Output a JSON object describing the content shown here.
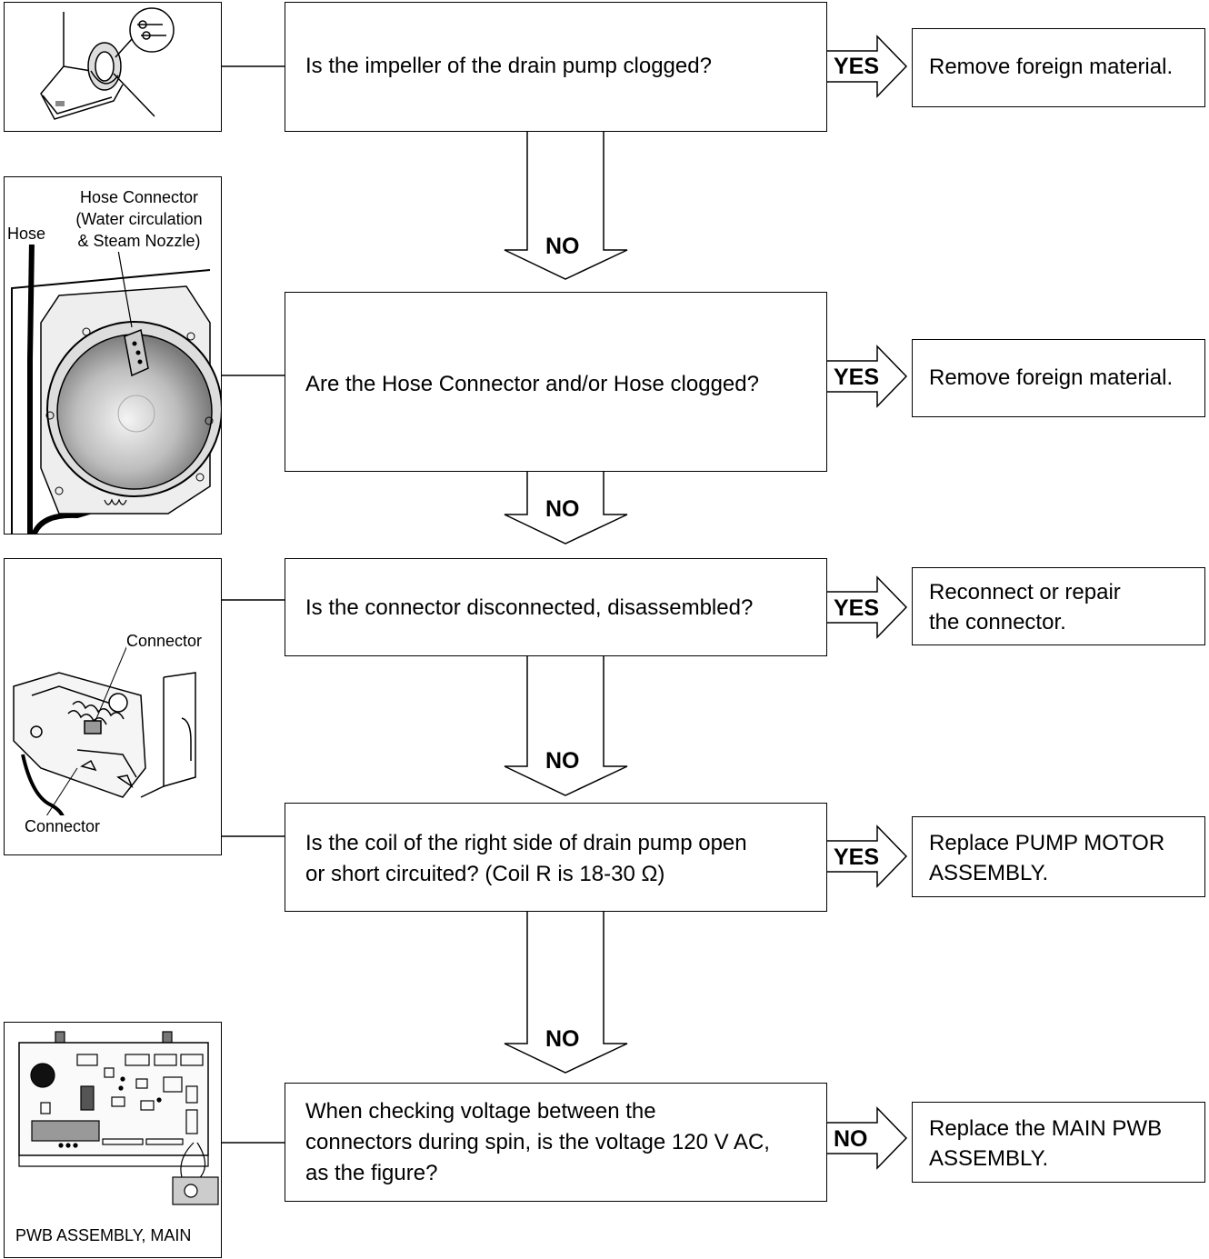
{
  "steps": [
    {
      "question": "Is the impeller of the drain pump clogged?",
      "branch_label": "YES",
      "action": "Remove foreign material.",
      "next_label": "NO"
    },
    {
      "question": "Are the Hose Connector and/or Hose clogged?",
      "branch_label": "YES",
      "action": "Remove foreign material.",
      "next_label": "NO",
      "figure_labels": {
        "hose": "Hose",
        "hose_connector": "Hose Connector\n(Water circulation\n& Steam Nozzle)"
      }
    },
    {
      "question": "Is the connector disconnected, disassembled?",
      "branch_label": "YES",
      "action": "Reconnect or repair\nthe connector.",
      "next_label": "NO",
      "figure_labels": {
        "connector_top": "Connector",
        "connector_bottom": "Connector"
      }
    },
    {
      "question": "Is the coil of the right side of drain pump open\nor short circuited? (Coil R is 18-30 Ω)",
      "branch_label": "YES",
      "action": "Replace PUMP MOTOR\nASSEMBLY.",
      "next_label": "NO"
    },
    {
      "question": "When checking voltage between the\nconnectors during spin, is the voltage 120 V AC,\nas the figure?",
      "branch_label": "NO",
      "action": "Replace the MAIN PWB\nASSEMBLY.",
      "figure_labels": {
        "pwb": "PWB ASSEMBLY, MAIN"
      }
    }
  ]
}
